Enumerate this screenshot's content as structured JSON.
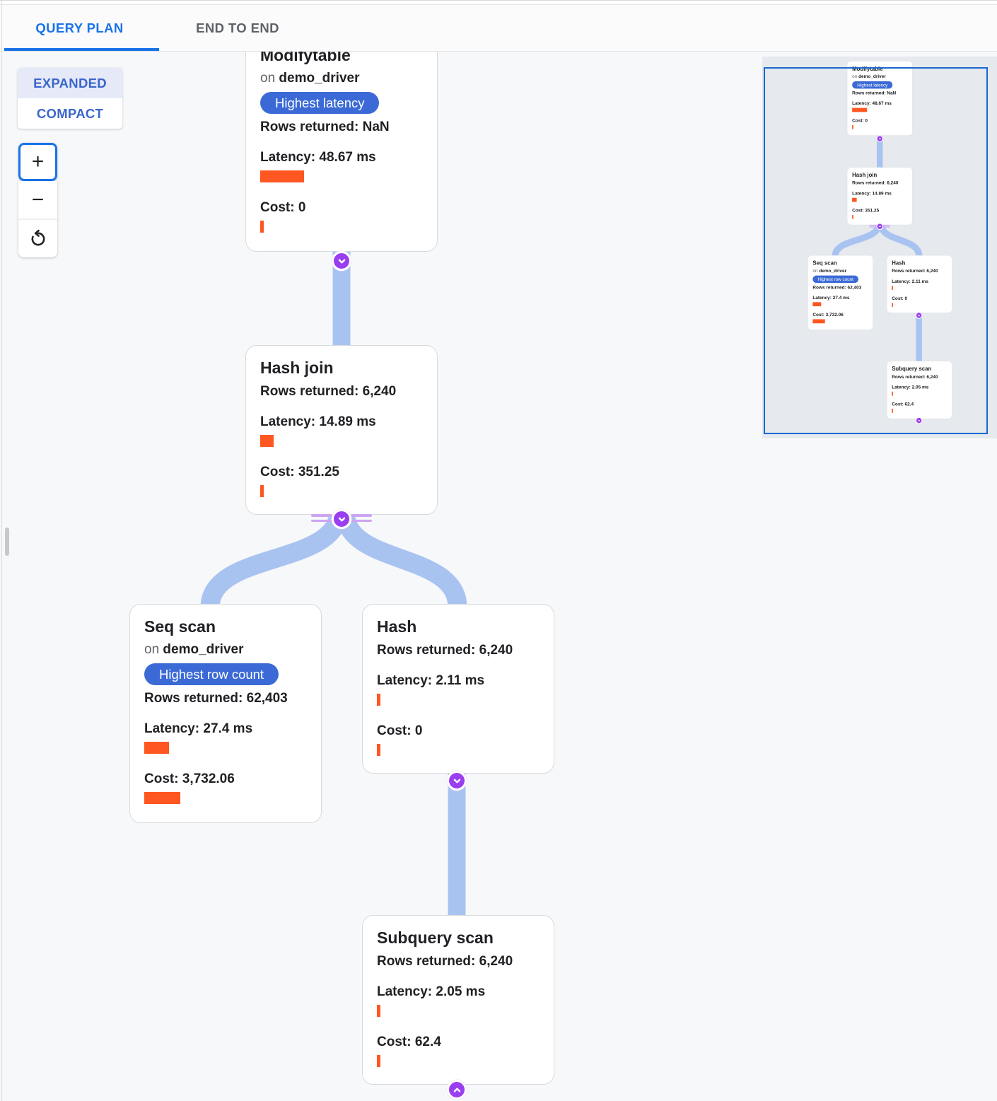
{
  "tab_bar": {
    "tabs": [
      {
        "label": "QUERY PLAN"
      },
      {
        "label": "END TO END"
      }
    ],
    "active_tab": "QUERY PLAN"
  },
  "view_toggle": {
    "options": [
      {
        "label": "EXPANDED"
      },
      {
        "label": "COMPACT"
      }
    ],
    "selected": "EXPANDED"
  },
  "zoom_controls": {
    "zoom_in_label": "+",
    "zoom_out_label": "−"
  },
  "labels": {
    "on": "on",
    "rows": "Rows returned:",
    "latency": "Latency:",
    "cost": "Cost:"
  },
  "nodes": [
    {
      "title": "Modifytable",
      "table": "demo_driver",
      "badge": "Highest latency",
      "rows": "NaN",
      "latency_display": "48.67 ms",
      "latency_ms": 48.67,
      "cost_display": "0",
      "cost": 0,
      "connector": "collapse"
    },
    {
      "title": "Hash join",
      "rows": "6,240",
      "latency_display": "14.89 ms",
      "latency_ms": 14.89,
      "cost_display": "351.25",
      "cost": 351.25,
      "connector": "collapse"
    },
    {
      "title": "Seq scan",
      "table": "demo_driver",
      "badge": "Highest row count",
      "rows": "62,403",
      "latency_display": "27.4 ms",
      "latency_ms": 27.4,
      "cost_display": "3,732.06",
      "cost": 3732.06
    },
    {
      "title": "Hash",
      "rows": "6,240",
      "latency_display": "2.11 ms",
      "latency_ms": 2.11,
      "cost_display": "0",
      "cost": 0,
      "connector": "collapse"
    },
    {
      "title": "Subquery scan",
      "rows": "6,240",
      "latency_display": "2.05 ms",
      "latency_ms": 2.05,
      "cost_display": "62.4",
      "cost": 62.4,
      "connector": "expand"
    }
  ],
  "colors": {
    "accent_blue": "#1a73e8",
    "badge_blue": "#3b6ad6",
    "bar_orange": "#ff5722",
    "edge_blue": "#a9c3f1",
    "connector_purple": "#9a3ff0",
    "minimap_viewport_border": "#1967d2"
  }
}
